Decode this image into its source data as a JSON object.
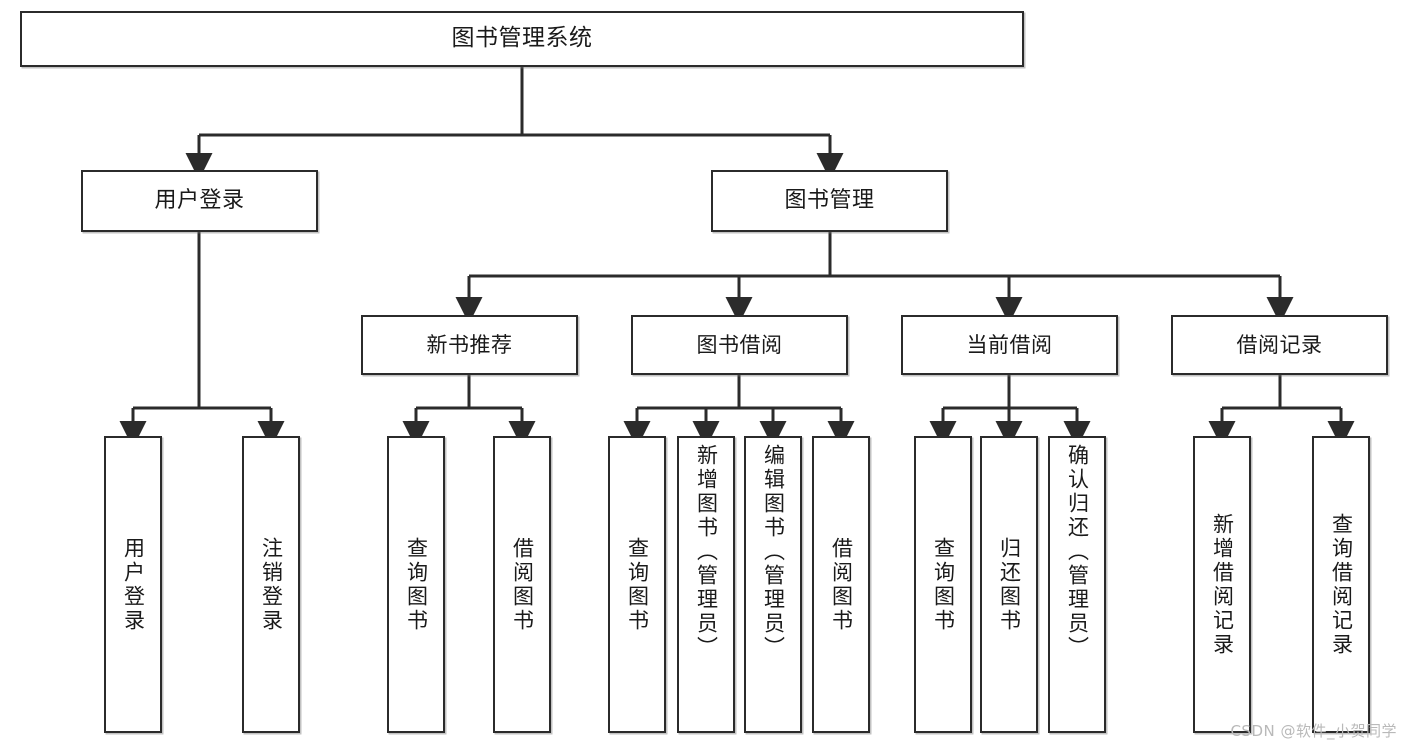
{
  "diagram": {
    "title": "图书管理系统",
    "type": "hierarchy-tree",
    "watermark": "CSDN @软件_小贺同学",
    "colors": {
      "background": "#ffffff",
      "box_border": "#2b2b2b",
      "box_fill": "#ffffff",
      "text": "#1a1a1a",
      "connector": "#2b2b2b",
      "watermark": "#b9b9b9"
    },
    "root": {
      "label": "图书管理系统"
    },
    "level2": [
      {
        "label": "用户登录"
      },
      {
        "label": "图书管理"
      }
    ],
    "level3": [
      {
        "label": "新书推荐"
      },
      {
        "label": "图书借阅"
      },
      {
        "label": "当前借阅"
      },
      {
        "label": "借阅记录"
      }
    ],
    "leaves": {
      "user_login": [
        {
          "label": "用户登录"
        },
        {
          "label": "注销登录"
        }
      ],
      "new_book": [
        {
          "label": "查询图书"
        },
        {
          "label": "借阅图书"
        }
      ],
      "book_borrow": [
        {
          "label": "查询图书"
        },
        {
          "label": "新增图书（管理员）"
        },
        {
          "label": "编辑图书（管理员）"
        },
        {
          "label": "借阅图书"
        }
      ],
      "current_borrow": [
        {
          "label": "查询图书"
        },
        {
          "label": "归还图书"
        },
        {
          "label": "确认归还（管理员）"
        }
      ],
      "borrow_record": [
        {
          "label": "新增借阅记录"
        },
        {
          "label": "查询借阅记录"
        }
      ]
    }
  }
}
